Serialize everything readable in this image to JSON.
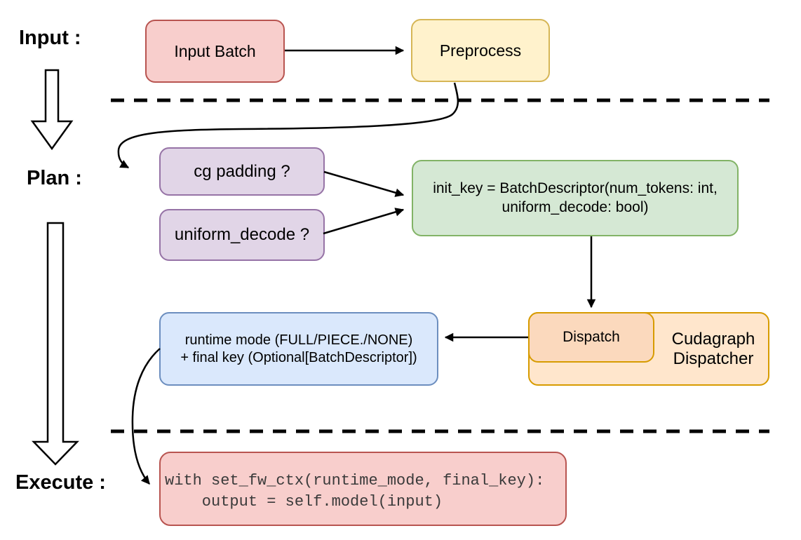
{
  "diagram_title": "Cudagraph dispatch flow (Input / Plan / Execute)",
  "sections": {
    "input_label": "Input :",
    "plan_label": "Plan :",
    "execute_label": "Execute :"
  },
  "nodes": {
    "input_batch": {
      "label": "Input Batch"
    },
    "preprocess": {
      "label": "Preprocess"
    },
    "cg_padding": {
      "label": "cg padding ?"
    },
    "uniform_decode": {
      "label": "uniform_decode ?"
    },
    "init_key": {
      "line1": "init_key = BatchDescriptor(num_tokens: int,",
      "line2": "uniform_decode: bool)"
    },
    "dispatch": {
      "label": "Dispatch"
    },
    "cudagraph_dispatcher": {
      "line1": "Cudagraph",
      "line2": "Dispatcher"
    },
    "runtime_mode": {
      "line1": "runtime mode (FULL/PIECE./NONE)",
      "line2": "+ final key (Optional[BatchDescriptor])"
    },
    "execute_code": {
      "line1": "with set_fw_ctx(runtime_mode, final_key):",
      "line2": "    output = self.model(input)"
    }
  },
  "palette": {
    "red_fill": "#f8cecc",
    "red_border": "#b85450",
    "yellow_fill": "#fff2cc",
    "yellow_border": "#d6b656",
    "purple_fill": "#e1d5e7",
    "purple_border": "#9673a6",
    "green_fill": "#d5e8d4",
    "green_border": "#82b366",
    "blue_fill": "#dae8fc",
    "blue_border": "#6c8ebf",
    "orange_fill": "#ffe6cc",
    "orange_inner_fill": "#fbd9bd",
    "orange_border": "#d79b00",
    "connector_color": "#000000",
    "code_text_color": "#3a3a3a"
  }
}
